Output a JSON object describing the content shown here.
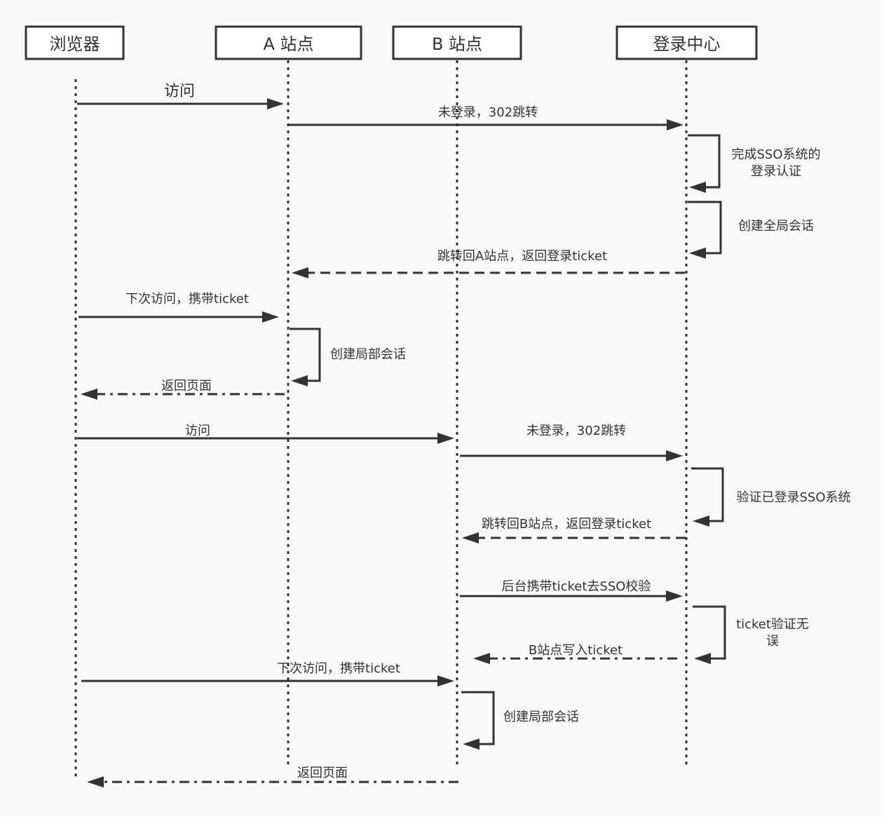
{
  "diagram": {
    "type": "sequence",
    "colors": {
      "background": "#f9f9f9",
      "stroke": "#333333",
      "box_fill": "#ffffff"
    },
    "actors": [
      {
        "id": "browser",
        "label": "浏览器"
      },
      {
        "id": "siteA",
        "label": "A 站点"
      },
      {
        "id": "siteB",
        "label": "B 站点"
      },
      {
        "id": "sso",
        "label": "登录中心"
      }
    ],
    "messages": [
      {
        "from": "browser",
        "to": "siteA",
        "label": "访问",
        "style": "solid"
      },
      {
        "from": "siteA",
        "to": "sso",
        "label": "未登录，302跳转",
        "style": "solid"
      },
      {
        "from": "sso",
        "to": "sso",
        "label": "完成SSO系统的\n登录认证",
        "style": "self"
      },
      {
        "from": "sso",
        "to": "sso",
        "label": "创建全局会话",
        "style": "self"
      },
      {
        "from": "sso",
        "to": "siteA",
        "label": "跳转回A站点，返回登录ticket",
        "style": "dashed"
      },
      {
        "from": "browser",
        "to": "siteA",
        "label": "下次访问，携带ticket",
        "style": "solid"
      },
      {
        "from": "siteA",
        "to": "siteA",
        "label": "创建局部会话",
        "style": "self"
      },
      {
        "from": "siteA",
        "to": "browser",
        "label": "返回页面",
        "style": "dashdot"
      },
      {
        "from": "browser",
        "to": "siteB",
        "label": "访问",
        "style": "solid"
      },
      {
        "from": "siteB",
        "to": "sso",
        "label": "未登录，302跳转",
        "style": "solid"
      },
      {
        "from": "sso",
        "to": "sso",
        "label": "验证已登录SSO系统",
        "style": "self"
      },
      {
        "from": "sso",
        "to": "siteB",
        "label": "跳转回B站点，返回登录ticket",
        "style": "dashed"
      },
      {
        "from": "siteB",
        "to": "sso",
        "label": "后台携带ticket去SSO校验",
        "style": "solid"
      },
      {
        "from": "sso",
        "to": "sso",
        "label": "ticket验证无\n误",
        "style": "self"
      },
      {
        "from": "sso",
        "to": "siteB",
        "label": "B站点写入ticket",
        "style": "dashdot"
      },
      {
        "from": "browser",
        "to": "siteB",
        "label": "下次访问，携带ticket",
        "style": "solid"
      },
      {
        "from": "siteB",
        "to": "siteB",
        "label": "创建局部会话",
        "style": "self"
      },
      {
        "from": "siteB",
        "to": "browser",
        "label": "返回页面",
        "style": "dashdot"
      }
    ]
  }
}
